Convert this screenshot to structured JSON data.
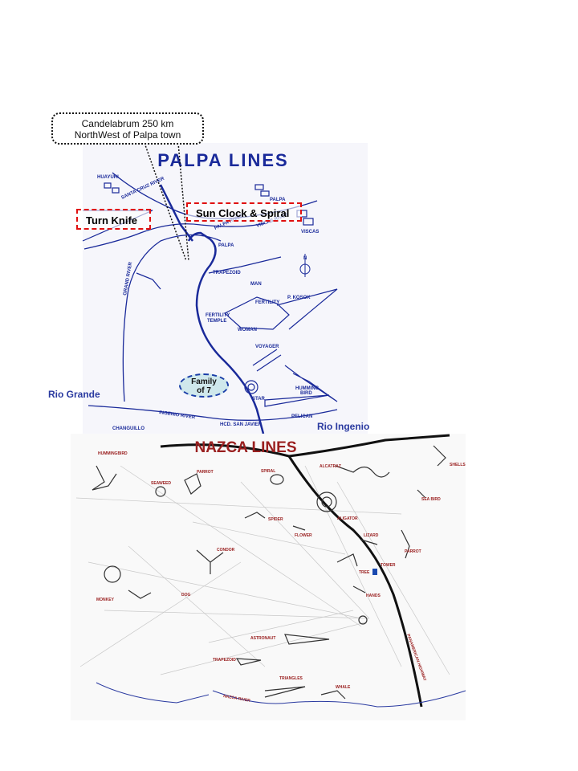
{
  "callout": {
    "line1": "Candelabrum 250 km",
    "line2": "NorthWest of Palpa town"
  },
  "palpa": {
    "title": "PALPA   LINES",
    "labels": {
      "huayuri": "HUAYURI",
      "santa_cruz": "SANTA CRUZ RIVER",
      "palpa_top": "PALPA",
      "palpa_river": "PALPA RIVER",
      "viscas_river": "VISCAS RIVER",
      "viscas": "VISCAS",
      "palpa_mid": "PALPA",
      "trapezoid": "TRAPEZOID",
      "man": "MAN",
      "fertility": "FERTILITY",
      "p_kosok": "P. KOSOK",
      "fertility_temple_1": "FERTILITY",
      "fertility_temple_2": "TEMPLE",
      "woman": "WOMAN",
      "grand_river": "GRAND RIVER",
      "voyager": "VOYAGER",
      "humming_1": "HUMMING",
      "humming_2": "BIRD",
      "star": "STAR",
      "pelican": "PELICAN",
      "changuillo": "CHANGUILLO",
      "ingenio_river": "INGENIO RIVER",
      "hcd": "HCD. SAN JAVIER",
      "north": "N"
    },
    "turn_knife": "Turn Knife",
    "sun_clock": "Sun Clock & Spiral",
    "family": {
      "line1": "Family",
      "line2": "of 7"
    }
  },
  "rio_grande": "Rio Grande",
  "rio_ingenio": "Rio Ingenio",
  "nazca": {
    "title": "NAZCA LINES",
    "labels": {
      "hummingbird": "HUMMINGBIRD",
      "seaweed": "SEAWEED",
      "parrot_top": "PARROT",
      "spiral": "SPIRAL",
      "alcatraz": "ALCATRAZ",
      "shells": "SHELLS",
      "sea_bird": "SEA BIRD",
      "aligator": "ALIGATOR",
      "spider": "SPIDER",
      "flower": "FLOWER",
      "lizard": "LIZARD",
      "parrot_right": "PARROT",
      "condor": "CONDOR",
      "tower": "TOWER",
      "tree": "TREE",
      "hands": "HANDS",
      "monkey": "MONKEY",
      "dog": "DOG",
      "highway": "PANAMERICAN HIGHWAY",
      "astronaut": "ASTRONAUT",
      "trapezoid": "TRAPEZOID",
      "triangles": "TRIANGLES",
      "whale": "WHALE",
      "nazca_river": "NAZCA RIVER"
    }
  },
  "colors": {
    "palpa_ink": "#1a2a9a",
    "nazca_ink": "#9a2020",
    "road": "#111111",
    "dashed_red": "#e01010",
    "family_fill": "#cfe8ec"
  }
}
